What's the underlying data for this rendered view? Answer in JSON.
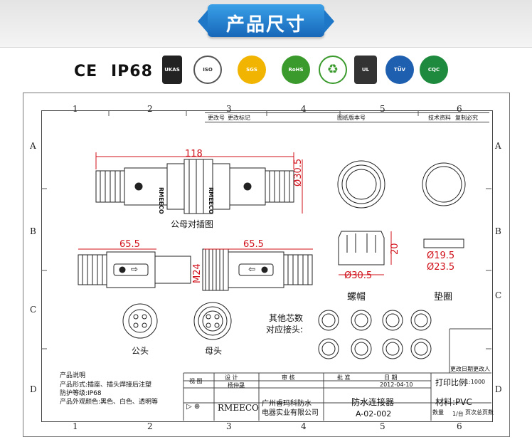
{
  "header": {
    "title": "产品尺寸"
  },
  "certifications": {
    "ce": "CE",
    "ip": "IP68",
    "badges": [
      "ukas-icon",
      "iso-laurel-icon",
      "sgs-icon",
      "rohs-leaf-icon",
      "recycle-icon",
      "ul-icon",
      "tuv-icon",
      "cqc-icon"
    ]
  },
  "drawing": {
    "columns": [
      "1",
      "2",
      "3",
      "4",
      "5",
      "6"
    ],
    "rows": [
      "A",
      "B",
      "C",
      "D"
    ],
    "top_block": {
      "change_no": "更改号",
      "change_mark": "更改标记",
      "drawing_version": "图纸版本号",
      "tech_info": "技术资料",
      "copy_rights": "复制必究"
    },
    "views": {
      "assembly_label": "公母对插图",
      "nut_label": "螺帽",
      "gasket_label": "垫圈",
      "male_label": "公头",
      "female_label": "母头",
      "other_cores_line1": "其他芯数",
      "other_cores_line2": "对应接头:",
      "logo_text": "RMEECO",
      "arrow_glyph": "⇨",
      "arrow_glyph_left": "⇦"
    },
    "dimensions": {
      "overall_length": "118",
      "diameter_main": "Ø30.5",
      "part_len_left": "65.5",
      "part_len_right": "65.5",
      "thread": "M24",
      "nut_height": "20",
      "nut_diameter": "Ø30.5",
      "gasket_inner": "Ø19.5",
      "gasket_outer": "Ø23.5"
    },
    "notes": {
      "title": "产品说明",
      "form": "产品形式:插座、插头焊接后注塑",
      "protection": "防护等级:IP68",
      "colors": "产品外观颜色:黑色、白色、透明等"
    },
    "title_block": {
      "view": "视 图",
      "design": "设 计",
      "review": "审 核",
      "approve": "批 准",
      "date": "日 期",
      "designer": "杨仲晟",
      "date_value": "2012-04-10",
      "print_scale": "打印比例",
      "scale_value": "1:1000",
      "change_date": "更改日期",
      "change_person": "更改人",
      "company_logo": "RMEECO",
      "company_line1": "广州睿玛科防水",
      "company_line2": "电器实业有限公司",
      "product_name": "防水连接器",
      "drawing_no": "A-02-002",
      "material": "材料:PVC",
      "quantity": "数量",
      "page": "1/台",
      "page_count": "页次总页数"
    }
  }
}
